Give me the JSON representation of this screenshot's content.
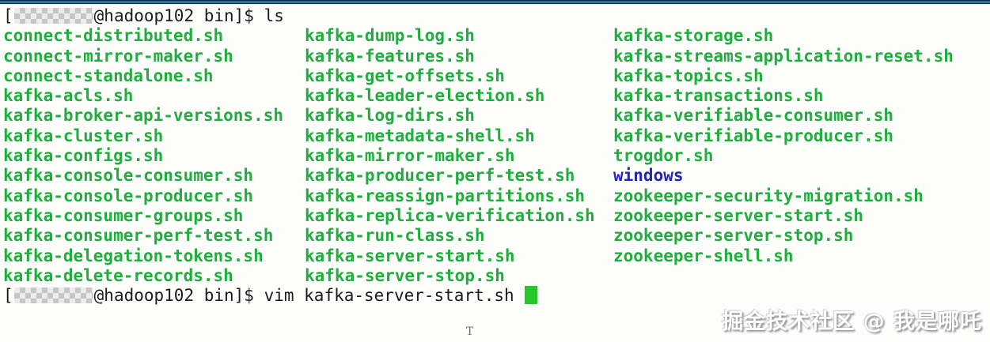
{
  "colors": {
    "script_green": "#1fae3d",
    "dir_blue": "#2222bf",
    "cursor_green": "#27c62a",
    "prompt_text": "#1b1b1b",
    "terminal_bg": "#fdfdfc"
  },
  "terminal": {
    "prompt1": {
      "prefix": "[",
      "host": "@hadoop102 bin]$ ",
      "command": "ls"
    },
    "prompt2": {
      "prefix": "[",
      "host": "@hadoop102 bin]$ ",
      "command": "vim kafka-server-start.sh"
    },
    "directory_item": "windows",
    "files": {
      "rows": [
        [
          "connect-distributed.sh",
          "kafka-dump-log.sh",
          "kafka-storage.sh"
        ],
        [
          "connect-mirror-maker.sh",
          "kafka-features.sh",
          "kafka-streams-application-reset.sh"
        ],
        [
          "connect-standalone.sh",
          "kafka-get-offsets.sh",
          "kafka-topics.sh"
        ],
        [
          "kafka-acls.sh",
          "kafka-leader-election.sh",
          "kafka-transactions.sh"
        ],
        [
          "kafka-broker-api-versions.sh",
          "kafka-log-dirs.sh",
          "kafka-verifiable-consumer.sh"
        ],
        [
          "kafka-cluster.sh",
          "kafka-metadata-shell.sh",
          "kafka-verifiable-producer.sh"
        ],
        [
          "kafka-configs.sh",
          "kafka-mirror-maker.sh",
          "trogdor.sh"
        ],
        [
          "kafka-console-consumer.sh",
          "kafka-producer-perf-test.sh",
          "windows"
        ],
        [
          "kafka-console-producer.sh",
          "kafka-reassign-partitions.sh",
          "zookeeper-security-migration.sh"
        ],
        [
          "kafka-consumer-groups.sh",
          "kafka-replica-verification.sh",
          "zookeeper-server-start.sh"
        ],
        [
          "kafka-consumer-perf-test.sh",
          "kafka-run-class.sh",
          "zookeeper-server-stop.sh"
        ],
        [
          "kafka-delegation-tokens.sh",
          "kafka-server-start.sh",
          "zookeeper-shell.sh"
        ],
        [
          "kafka-delete-records.sh",
          "kafka-server-stop.sh",
          ""
        ]
      ]
    }
  },
  "pointer": {
    "ibeam_glyph": "T"
  },
  "watermark": {
    "text": "掘金技术社区 @ 我是哪吒"
  }
}
